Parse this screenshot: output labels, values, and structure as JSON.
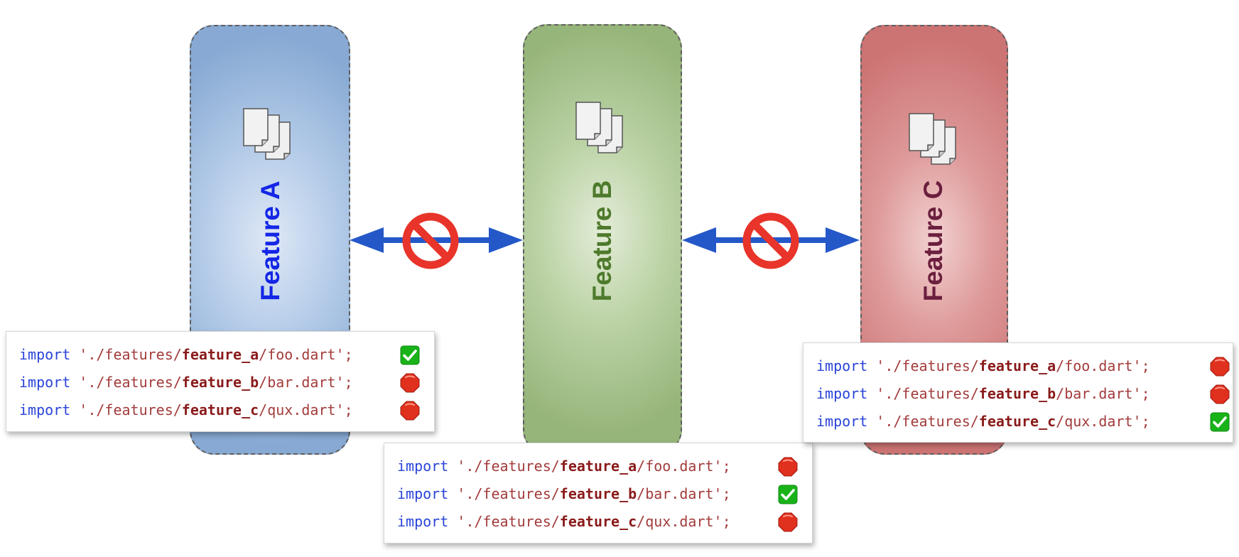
{
  "features": {
    "a": {
      "label": "Feature A",
      "color": "#1426e6",
      "fill": "#87a9d3"
    },
    "b": {
      "label": "Feature B",
      "color": "#4e7a2c",
      "fill": "#96b57a"
    },
    "c": {
      "label": "Feature C",
      "color": "#6b1f3e",
      "fill": "#cc7373"
    }
  },
  "arrow_color": "#2458c8",
  "prohibited_color": "#e8342a",
  "allowed_color": "#19b319",
  "panels": {
    "a": {
      "lines": [
        {
          "keyword": "import",
          "prefix": " './features/",
          "feature": "feature_a",
          "suffix": "/foo.dart';",
          "status": "allowed"
        },
        {
          "keyword": "import",
          "prefix": " './features/",
          "feature": "feature_b",
          "suffix": "/bar.dart';",
          "status": "forbidden"
        },
        {
          "keyword": "import",
          "prefix": " './features/",
          "feature": "feature_c",
          "suffix": "/qux.dart';",
          "status": "forbidden"
        }
      ]
    },
    "b": {
      "lines": [
        {
          "keyword": "import",
          "prefix": " './features/",
          "feature": "feature_a",
          "suffix": "/foo.dart';",
          "status": "forbidden"
        },
        {
          "keyword": "import",
          "prefix": " './features/",
          "feature": "feature_b",
          "suffix": "/bar.dart';",
          "status": "allowed"
        },
        {
          "keyword": "import",
          "prefix": " './features/",
          "feature": "feature_c",
          "suffix": "/qux.dart';",
          "status": "forbidden"
        }
      ]
    },
    "c": {
      "lines": [
        {
          "keyword": "import",
          "prefix": " './features/",
          "feature": "feature_a",
          "suffix": "/foo.dart';",
          "status": "forbidden"
        },
        {
          "keyword": "import",
          "prefix": " './features/",
          "feature": "feature_b",
          "suffix": "/bar.dart';",
          "status": "forbidden"
        },
        {
          "keyword": "import",
          "prefix": " './features/",
          "feature": "feature_c",
          "suffix": "/qux.dart';",
          "status": "allowed"
        }
      ]
    }
  },
  "icons": {
    "feature_box_icon": "documents-icon",
    "arrow_overlay_icon": "prohibited-icon",
    "allowed_icon": "check-mark-icon",
    "forbidden_icon": "stop-sign-icon"
  }
}
